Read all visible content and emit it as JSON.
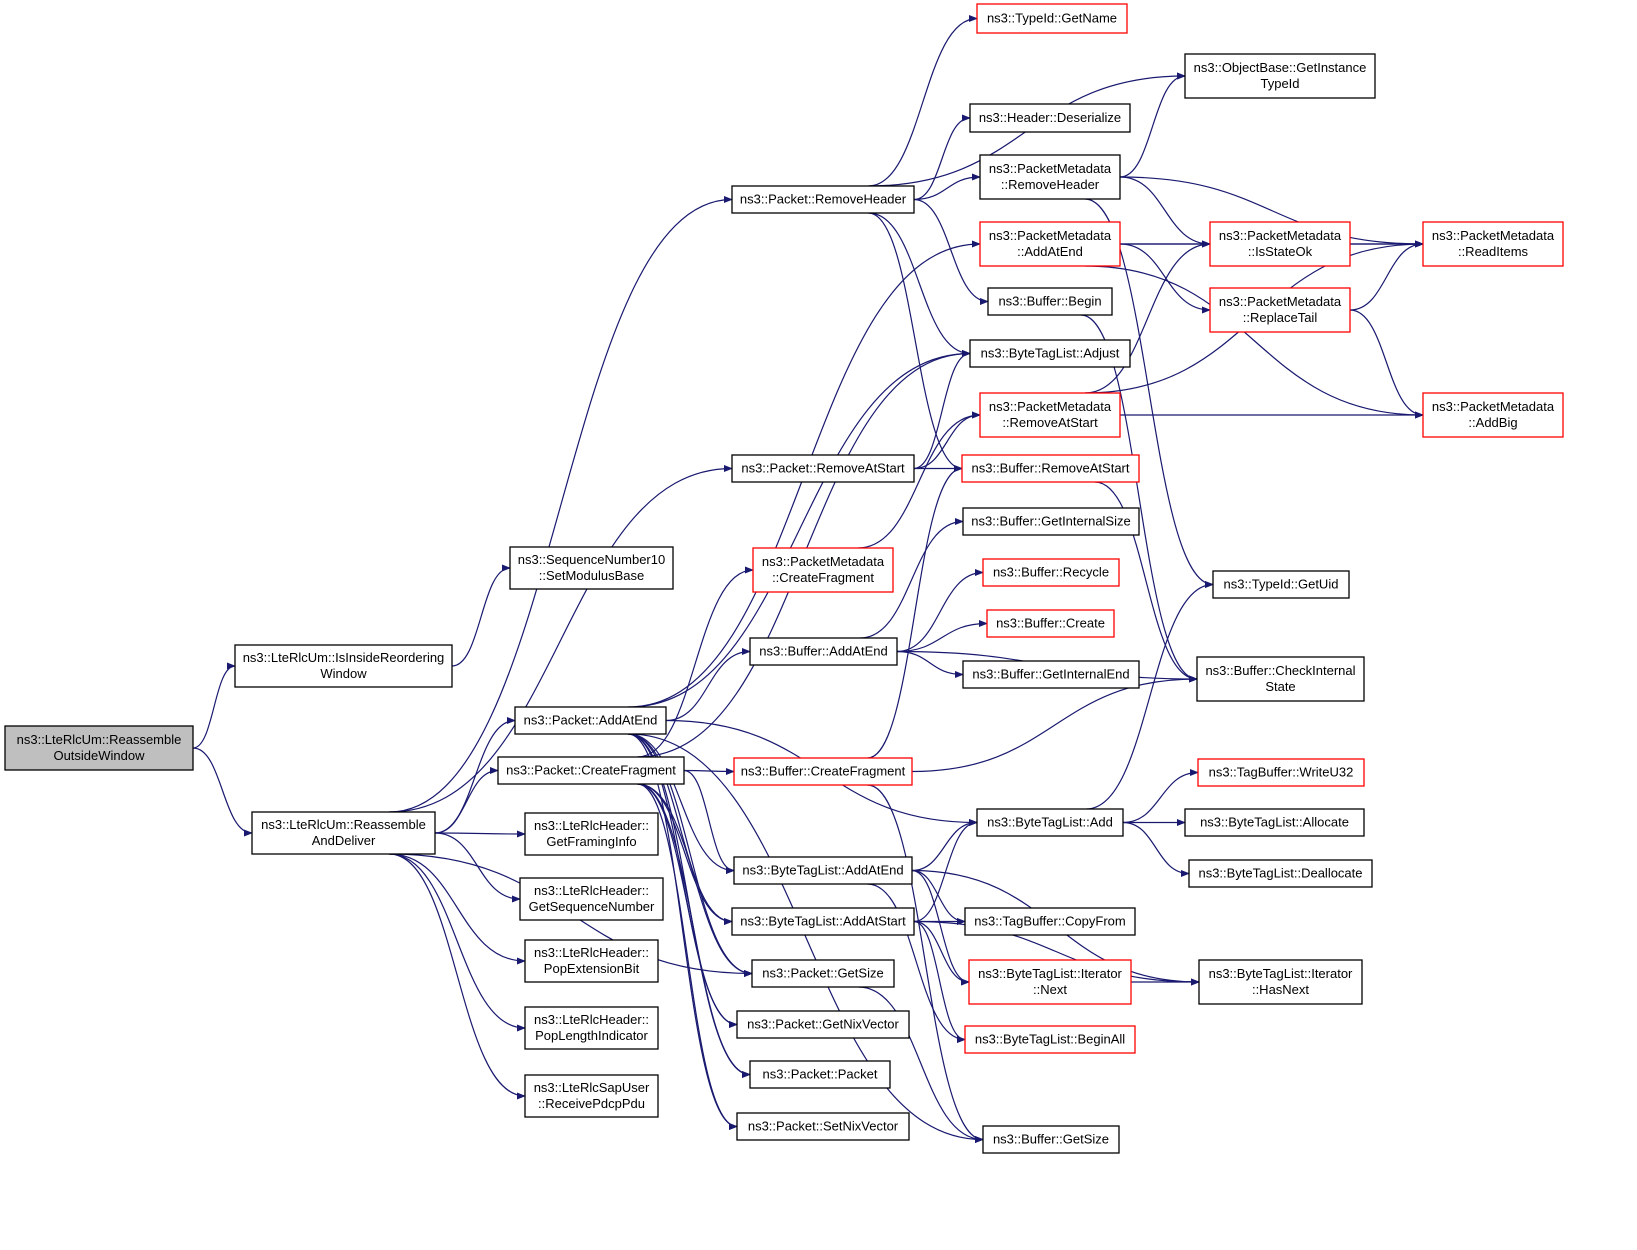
{
  "colors": {
    "edge": "#191970",
    "node_border": "#000000",
    "node_border_incomplete": "#ff0000",
    "root_fill": "#bfbfbf"
  },
  "nodes": [
    {
      "id": "n0",
      "lines": [
        "ns3::LteRlcUm::Reassemble",
        "OutsideWindow"
      ],
      "root": true
    },
    {
      "id": "n1",
      "lines": [
        "ns3::LteRlcUm::IsInsideReordering",
        "Window"
      ]
    },
    {
      "id": "n2",
      "lines": [
        "ns3::LteRlcUm::Reassemble",
        "AndDeliver"
      ]
    },
    {
      "id": "n3",
      "lines": [
        "ns3::SequenceNumber10",
        "::SetModulusBase"
      ]
    },
    {
      "id": "n4",
      "lines": [
        "ns3::Packet::AddAtEnd"
      ]
    },
    {
      "id": "n5",
      "lines": [
        "ns3::Packet::CreateFragment"
      ]
    },
    {
      "id": "n6",
      "lines": [
        "ns3::LteRlcHeader::",
        "GetFramingInfo"
      ]
    },
    {
      "id": "n7",
      "lines": [
        "ns3::LteRlcHeader::",
        "GetSequenceNumber"
      ]
    },
    {
      "id": "n8",
      "lines": [
        "ns3::LteRlcHeader::",
        "PopExtensionBit"
      ]
    },
    {
      "id": "n9",
      "lines": [
        "ns3::LteRlcHeader::",
        "PopLengthIndicator"
      ]
    },
    {
      "id": "n10",
      "lines": [
        "ns3::LteRlcSapUser",
        "::ReceivePdcpPdu"
      ]
    },
    {
      "id": "n11",
      "lines": [
        "ns3::Packet::RemoveHeader"
      ]
    },
    {
      "id": "n12",
      "lines": [
        "ns3::Packet::RemoveAtStart"
      ]
    },
    {
      "id": "n13",
      "lines": [
        "ns3::PacketMetadata",
        "::CreateFragment"
      ],
      "red": true
    },
    {
      "id": "n14",
      "lines": [
        "ns3::Buffer::AddAtEnd"
      ]
    },
    {
      "id": "n15",
      "lines": [
        "ns3::Buffer::CreateFragment"
      ],
      "red": true
    },
    {
      "id": "n16",
      "lines": [
        "ns3::ByteTagList::AddAtEnd"
      ]
    },
    {
      "id": "n17",
      "lines": [
        "ns3::ByteTagList::AddAtStart"
      ]
    },
    {
      "id": "n18",
      "lines": [
        "ns3::Packet::GetSize"
      ]
    },
    {
      "id": "n19",
      "lines": [
        "ns3::Packet::GetNixVector"
      ]
    },
    {
      "id": "n20",
      "lines": [
        "ns3::Packet::Packet"
      ]
    },
    {
      "id": "n21",
      "lines": [
        "ns3::Packet::SetNixVector"
      ]
    },
    {
      "id": "n22",
      "lines": [
        "ns3::TypeId::GetName"
      ],
      "red": true
    },
    {
      "id": "n23",
      "lines": [
        "ns3::Header::Deserialize"
      ]
    },
    {
      "id": "n24",
      "lines": [
        "ns3::PacketMetadata",
        "::RemoveHeader"
      ]
    },
    {
      "id": "n25",
      "lines": [
        "ns3::PacketMetadata",
        "::AddAtEnd"
      ],
      "red": true
    },
    {
      "id": "n26",
      "lines": [
        "ns3::Buffer::Begin"
      ]
    },
    {
      "id": "n27",
      "lines": [
        "ns3::ByteTagList::Adjust"
      ]
    },
    {
      "id": "n28",
      "lines": [
        "ns3::PacketMetadata",
        "::RemoveAtStart"
      ],
      "red": true
    },
    {
      "id": "n29",
      "lines": [
        "ns3::Buffer::RemoveAtStart"
      ],
      "red": true
    },
    {
      "id": "n30",
      "lines": [
        "ns3::Buffer::GetInternalSize"
      ]
    },
    {
      "id": "n31",
      "lines": [
        "ns3::Buffer::Recycle"
      ],
      "red": true
    },
    {
      "id": "n32",
      "lines": [
        "ns3::Buffer::Create"
      ],
      "red": true
    },
    {
      "id": "n33",
      "lines": [
        "ns3::Buffer::GetInternalEnd"
      ]
    },
    {
      "id": "n34",
      "lines": [
        "ns3::ByteTagList::Add"
      ]
    },
    {
      "id": "n35",
      "lines": [
        "ns3::TagBuffer::CopyFrom"
      ]
    },
    {
      "id": "n36",
      "lines": [
        "ns3::ByteTagList::Iterator",
        "::Next"
      ],
      "red": true
    },
    {
      "id": "n37",
      "lines": [
        "ns3::ByteTagList::BeginAll"
      ],
      "red": true
    },
    {
      "id": "n38",
      "lines": [
        "ns3::Buffer::GetSize"
      ]
    },
    {
      "id": "n39",
      "lines": [
        "ns3::ObjectBase::GetInstance",
        "TypeId"
      ]
    },
    {
      "id": "n40",
      "lines": [
        "ns3::PacketMetadata",
        "::IsStateOk"
      ],
      "red": true
    },
    {
      "id": "n41",
      "lines": [
        "ns3::PacketMetadata",
        "::ReplaceTail"
      ],
      "red": true
    },
    {
      "id": "n42",
      "lines": [
        "ns3::TypeId::GetUid"
      ]
    },
    {
      "id": "n43",
      "lines": [
        "ns3::Buffer::CheckInternal",
        "State"
      ]
    },
    {
      "id": "n44",
      "lines": [
        "ns3::TagBuffer::WriteU32"
      ],
      "red": true
    },
    {
      "id": "n45",
      "lines": [
        "ns3::ByteTagList::Allocate"
      ]
    },
    {
      "id": "n46",
      "lines": [
        "ns3::ByteTagList::Deallocate"
      ]
    },
    {
      "id": "n47",
      "lines": [
        "ns3::ByteTagList::Iterator",
        "::HasNext"
      ]
    },
    {
      "id": "n48",
      "lines": [
        "ns3::PacketMetadata",
        "::ReadItems"
      ],
      "red": true
    },
    {
      "id": "n49",
      "lines": [
        "ns3::PacketMetadata",
        "::AddBig"
      ],
      "red": true
    }
  ],
  "edges": [
    [
      "n0",
      "n1"
    ],
    [
      "n0",
      "n2"
    ],
    [
      "n1",
      "n3"
    ],
    [
      "n2",
      "n4"
    ],
    [
      "n2",
      "n5"
    ],
    [
      "n2",
      "n6"
    ],
    [
      "n2",
      "n7"
    ],
    [
      "n2",
      "n8"
    ],
    [
      "n2",
      "n9"
    ],
    [
      "n2",
      "n10"
    ],
    [
      "n2",
      "n11"
    ],
    [
      "n2",
      "n12"
    ],
    [
      "n2",
      "n18"
    ],
    [
      "n4",
      "n14"
    ],
    [
      "n4",
      "n16"
    ],
    [
      "n4",
      "n17"
    ],
    [
      "n4",
      "n18"
    ],
    [
      "n4",
      "n19"
    ],
    [
      "n4",
      "n20"
    ],
    [
      "n4",
      "n21"
    ],
    [
      "n4",
      "n25"
    ],
    [
      "n4",
      "n27"
    ],
    [
      "n4",
      "n34"
    ],
    [
      "n4",
      "n38"
    ],
    [
      "n5",
      "n13"
    ],
    [
      "n5",
      "n15"
    ],
    [
      "n5",
      "n16"
    ],
    [
      "n5",
      "n17"
    ],
    [
      "n5",
      "n18"
    ],
    [
      "n5",
      "n19"
    ],
    [
      "n5",
      "n20"
    ],
    [
      "n5",
      "n21"
    ],
    [
      "n5",
      "n27"
    ],
    [
      "n11",
      "n22"
    ],
    [
      "n11",
      "n39"
    ],
    [
      "n11",
      "n23"
    ],
    [
      "n11",
      "n24"
    ],
    [
      "n11",
      "n26"
    ],
    [
      "n11",
      "n27"
    ],
    [
      "n11",
      "n29"
    ],
    [
      "n12",
      "n27"
    ],
    [
      "n12",
      "n28"
    ],
    [
      "n12",
      "n29"
    ],
    [
      "n13",
      "n28"
    ],
    [
      "n14",
      "n30"
    ],
    [
      "n14",
      "n31"
    ],
    [
      "n14",
      "n32"
    ],
    [
      "n14",
      "n33"
    ],
    [
      "n14",
      "n43"
    ],
    [
      "n15",
      "n29"
    ],
    [
      "n15",
      "n43"
    ],
    [
      "n15",
      "n38"
    ],
    [
      "n16",
      "n34"
    ],
    [
      "n16",
      "n35"
    ],
    [
      "n16",
      "n36"
    ],
    [
      "n16",
      "n37"
    ],
    [
      "n16",
      "n47"
    ],
    [
      "n17",
      "n34"
    ],
    [
      "n17",
      "n35"
    ],
    [
      "n17",
      "n36"
    ],
    [
      "n17",
      "n37"
    ],
    [
      "n17",
      "n47"
    ],
    [
      "n18",
      "n38"
    ],
    [
      "n24",
      "n39"
    ],
    [
      "n24",
      "n40"
    ],
    [
      "n24",
      "n48"
    ],
    [
      "n24",
      "n42"
    ],
    [
      "n25",
      "n40"
    ],
    [
      "n25",
      "n41"
    ],
    [
      "n25",
      "n48"
    ],
    [
      "n25",
      "n49"
    ],
    [
      "n26",
      "n43"
    ],
    [
      "n28",
      "n40"
    ],
    [
      "n28",
      "n48"
    ],
    [
      "n28",
      "n49"
    ],
    [
      "n29",
      "n43"
    ],
    [
      "n34",
      "n42"
    ],
    [
      "n34",
      "n44"
    ],
    [
      "n34",
      "n45"
    ],
    [
      "n34",
      "n46"
    ],
    [
      "n36",
      "n47"
    ],
    [
      "n40",
      "n48"
    ],
    [
      "n41",
      "n48"
    ],
    [
      "n41",
      "n49"
    ]
  ]
}
